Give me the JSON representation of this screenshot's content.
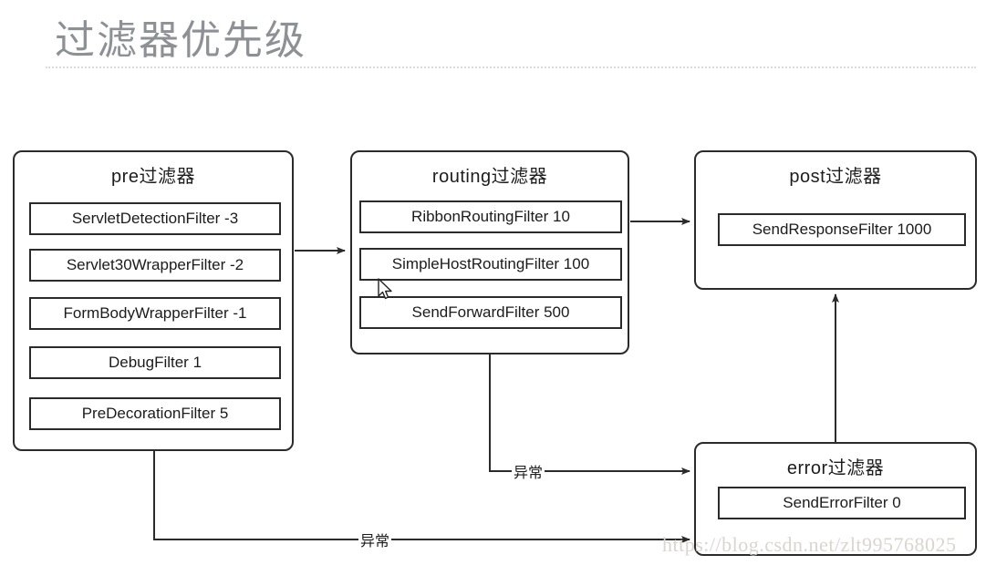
{
  "page": {
    "title": "过滤器优先级",
    "watermark": "https://blog.csdn.net/zlt995768025"
  },
  "diagram": {
    "type": "flow",
    "groups": [
      {
        "id": "pre",
        "title": "pre过滤器",
        "items": [
          {
            "label": "ServletDetectionFilter  -3"
          },
          {
            "label": "Servlet30WrapperFilter  -2"
          },
          {
            "label": "FormBodyWrapperFilter  -1"
          },
          {
            "label": "DebugFilter  1"
          },
          {
            "label": "PreDecorationFilter  5"
          }
        ]
      },
      {
        "id": "routing",
        "title": "routing过滤器",
        "items": [
          {
            "label": "RibbonRoutingFilter  10"
          },
          {
            "label": "SimpleHostRoutingFilter  100"
          },
          {
            "label": "SendForwardFilter  500"
          }
        ]
      },
      {
        "id": "post",
        "title": "post过滤器",
        "items": [
          {
            "label": "SendResponseFilter  1000"
          }
        ]
      },
      {
        "id": "error",
        "title": "error过滤器",
        "items": [
          {
            "label": "SendErrorFilter  0"
          }
        ]
      }
    ],
    "edges": [
      {
        "id": "pre-to-routing",
        "label": ""
      },
      {
        "id": "routing-to-post",
        "label": ""
      },
      {
        "id": "routing-to-error",
        "label": "异常"
      },
      {
        "id": "pre-to-error",
        "label": "异常"
      },
      {
        "id": "error-to-post",
        "label": ""
      }
    ]
  },
  "colors": {
    "stroke": "#2b2b2b",
    "title": "#8d9094",
    "text": "#1b1b1b",
    "watermark": "#d9d5cf"
  }
}
